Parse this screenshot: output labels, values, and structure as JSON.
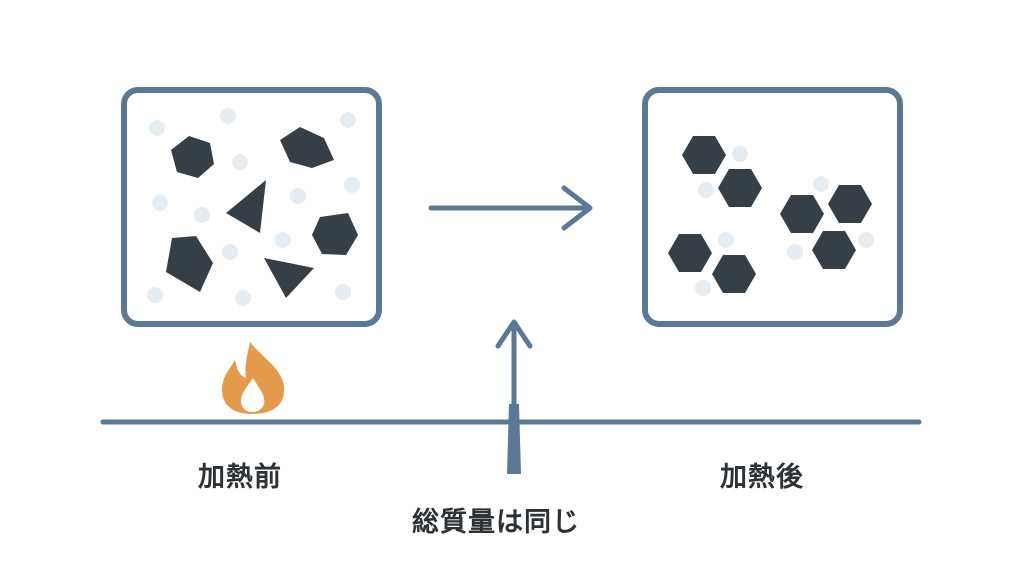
{
  "labels": {
    "before": "加熱前",
    "after": "加熱後",
    "mass": "総質量は同じ"
  },
  "icons": {
    "heat": "flame-icon",
    "process_arrow": "right-arrow-icon",
    "pointer_arrow": "up-arrow-icon"
  },
  "colors": {
    "background": "#ffffff",
    "frame": "#5b7896",
    "particle": "#363e46",
    "small_particle": "#e6edf2",
    "flame_outer": "#e59a4b",
    "flame_inner": "#ffffff",
    "label_text": "#2f3136"
  }
}
